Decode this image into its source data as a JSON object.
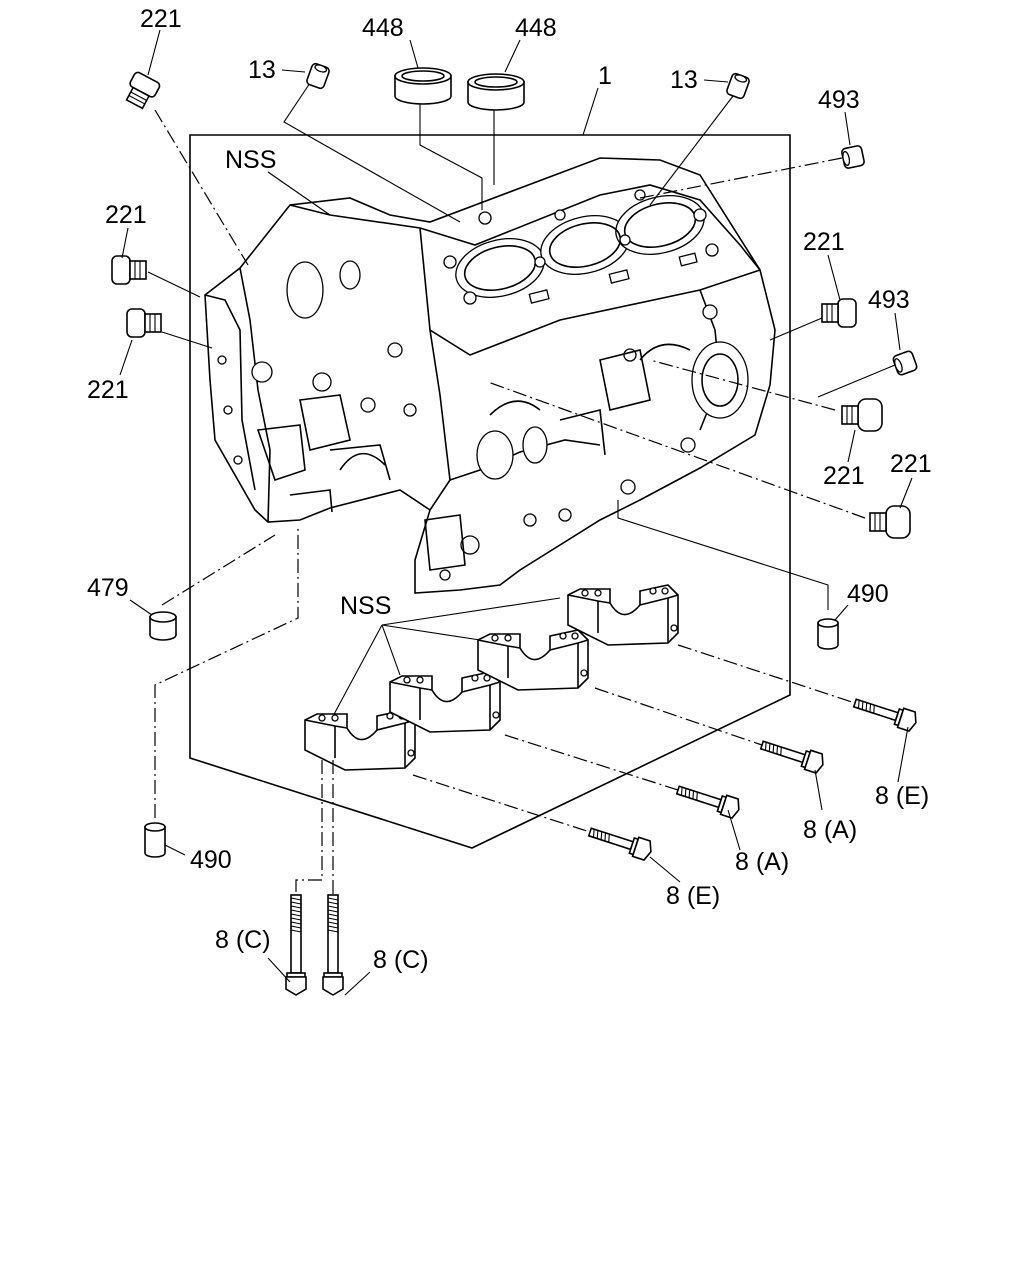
{
  "labels": {
    "part_1": "1",
    "part_13_left": "13",
    "part_13_right": "13",
    "part_448_left": "448",
    "part_448_right": "448",
    "part_493_top": "493",
    "part_493_mid": "493",
    "part_221_top_left": "221",
    "part_221_left_upper": "221",
    "part_221_left_lower": "221",
    "part_221_right_upper": "221",
    "part_221_right_mid": "221",
    "part_221_right_lower": "221",
    "nss_block": "NSS",
    "nss_caps": "NSS",
    "part_479": "479",
    "part_490_right": "490",
    "part_490_left": "490",
    "bolt_8e_right": "8 (E)",
    "bolt_8a_upper": "8 (A)",
    "bolt_8a_lower": "8 (A)",
    "bolt_8e_lower": "8 (E)",
    "bolt_8c_left": "8 (C)",
    "bolt_8c_right": "8 (C)"
  }
}
